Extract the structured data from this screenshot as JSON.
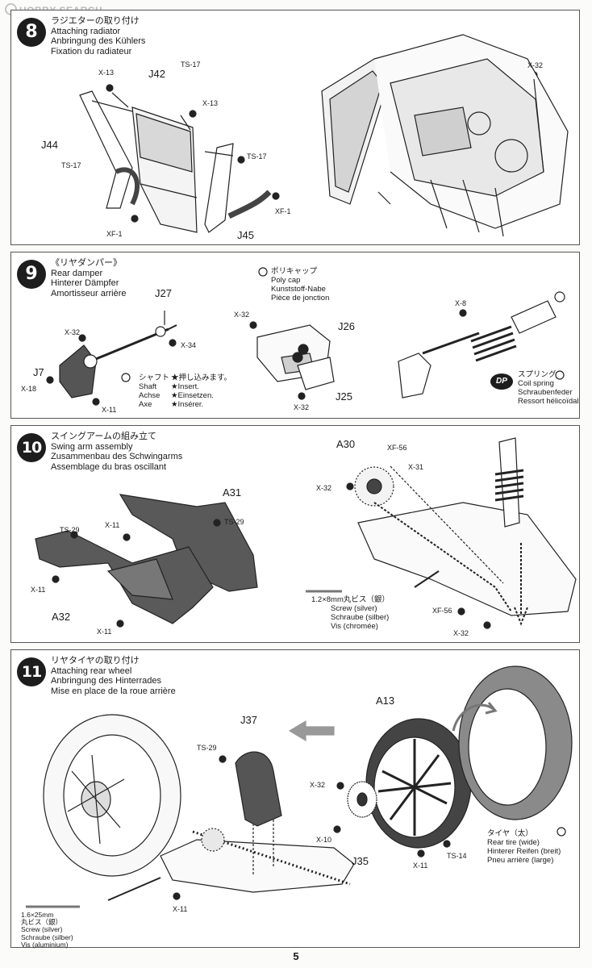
{
  "watermark": "HOBBY SEARCH",
  "page_number": "5",
  "steps": [
    {
      "number": "8",
      "titles": [
        "ラジエターの取り付け",
        "Attaching radiator",
        "Anbringung des Kühlers",
        "Fixation du radiateur"
      ],
      "labels": {
        "j42": "J42",
        "ts17a": "TS-17",
        "x13a": "X-13",
        "x13b": "X-13",
        "j44": "J44",
        "ts17b": "TS-17",
        "ts17c": "TS-17",
        "xf1a": "XF-1",
        "xf1b": "XF-1",
        "j45": "J45",
        "x32": "X-32"
      }
    },
    {
      "number": "9",
      "titles": [
        "《リヤダンパー》",
        "Rear damper",
        "Hinterer Dämpfer",
        "Amortisseur arrière"
      ],
      "labels": {
        "j27": "J27",
        "x32a": "X-32",
        "x34": "X-34",
        "j7": "J7",
        "x18": "X-18",
        "x11": "X-11",
        "x32b": "X-32",
        "j26": "J26",
        "x32c": "X-32",
        "j25": "J25",
        "x8": "X-8"
      },
      "shaft_note": [
        "シャフト",
        "Shaft",
        "Achse",
        "Axe"
      ],
      "insert_note": [
        "★押し込みます。",
        "★Insert.",
        "★Einsetzen.",
        "★Insérer."
      ],
      "polycap_note": [
        "ポリキャップ",
        "Poly cap",
        "Kunststoff-Nabe",
        "Pièce de jonction"
      ],
      "dp_badge": "DP",
      "spring_note": [
        "スプリング",
        "Coil spring",
        "Schraubenfeder",
        "Ressort hélicoïdal"
      ]
    },
    {
      "number": "10",
      "titles": [
        "スイングアームの組み立て",
        "Swing arm assembly",
        "Zusammenbau des Schwingarms",
        "Assemblage du bras oscillant"
      ],
      "labels": {
        "a31": "A31",
        "ts29a": "TS-29",
        "ts29b": "TS-29",
        "x11a": "X-11",
        "x11b": "X-11",
        "x11c": "X-11",
        "a32": "A32",
        "a30": "A30",
        "xf56a": "XF-56",
        "x31": "X-31",
        "x32a": "X-32",
        "xf56b": "XF-56",
        "x32b": "X-32"
      },
      "screw_note": [
        "1.2×8mm丸ビス（銀）",
        "Screw (silver)",
        "Schraube (silber)",
        "Vis (chromée)"
      ]
    },
    {
      "number": "11",
      "titles": [
        "リヤタイヤの取り付け",
        "Attaching rear wheel",
        "Anbringung des Hinterrades",
        "Mise en place de la roue arrière"
      ],
      "labels": {
        "j37": "J37",
        "ts29": "TS-29",
        "a13": "A13",
        "x32": "X-32",
        "x10": "X-10",
        "j35": "J35",
        "x11a": "X-11",
        "ts14": "TS-14",
        "x11b": "X-11"
      },
      "tire_note": [
        "タイヤ（太）",
        "Rear tire (wide)",
        "Hinterer Reifen (breit)",
        "Pneu arrière (large)"
      ],
      "screw_note": [
        "1.6×25mm",
        "丸ビス（銀）",
        "Screw (silver)",
        "Schraube (silber)",
        "Vis (aluminium)"
      ]
    }
  ]
}
